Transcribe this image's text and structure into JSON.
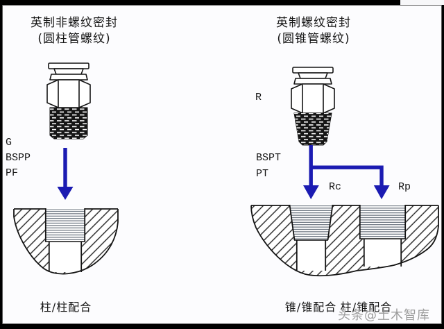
{
  "colors": {
    "arrow_blue": "#1b1bb2",
    "ink": "#141414",
    "thread_line": "#45505f",
    "watermark_gray": "#9c9c9c",
    "panel_bg": "#fcfcfe",
    "frame_black": "#000000"
  },
  "left": {
    "title_line1": "英制非螺纹密封",
    "title_line2": "(圆柱管螺纹)",
    "thread_standards": [
      "G",
      "BSPP",
      "PF"
    ],
    "caption": "柱/柱配合"
  },
  "right": {
    "title_line1": "英制螺纹密封",
    "title_line2": "(圆锥管螺纹)",
    "taper_label": "R",
    "thread_standards": [
      "BSPT",
      "PT"
    ],
    "arrow_labels": {
      "left": "Rc",
      "right": "Rp"
    },
    "captions": [
      "锥/锥配合",
      "柱/锥配合"
    ]
  },
  "watermark": "头条@土木智库"
}
